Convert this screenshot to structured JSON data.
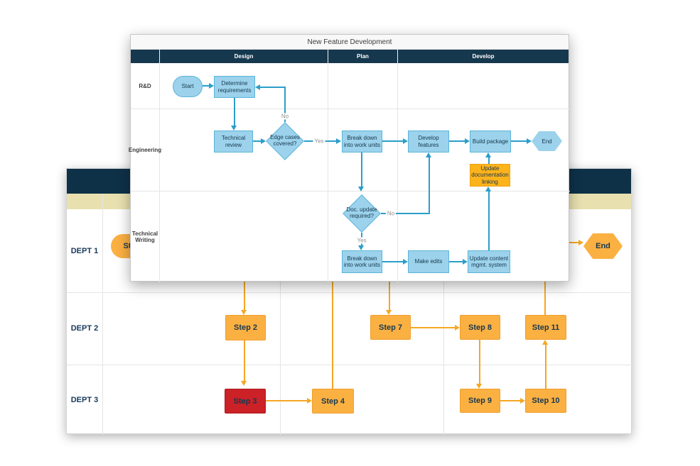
{
  "background_chart": {
    "lanes": [
      "DEPT 1",
      "DEPT 2",
      "DEPT 3"
    ],
    "nodes": {
      "start": "Start",
      "step2": "Step 2",
      "step3": "Step 3",
      "step4": "Step 4",
      "step7": "Step 7",
      "step8": "Step 8",
      "step9": "Step 9",
      "step10": "Step 10",
      "step11": "Step 11",
      "end": "End"
    },
    "colors": {
      "header": "#0e3148",
      "subheader": "#e8e0af",
      "step_fill": "#fbb042",
      "step_border": "#ef9f2e",
      "alert_step_fill": "#cb2127",
      "connector": "#f6a723",
      "text": "#17384f"
    }
  },
  "foreground_chart": {
    "title": "New Feature Development",
    "columns": [
      "Design",
      "Plan",
      "Develop"
    ],
    "lanes": [
      "R&D",
      "Engineering",
      "Technical Writing"
    ],
    "nodes": {
      "start": "Start",
      "determine": "Determine requirements",
      "technical_review": "Technical review",
      "edge_cases": "Edge cases covered?",
      "breakdown_eng": "Break down into work units",
      "develop": "Develop features",
      "build": "Build package",
      "end": "End",
      "update_doc": "Update documentation linking",
      "doc_update": "Doc. update required?",
      "breakdown_tw": "Break down into work units",
      "make_edits": "Make edits",
      "update_cms": "Update content mgmt. system"
    },
    "decision_labels": {
      "yes": "Yes",
      "no": "No"
    },
    "colors": {
      "header": "#16384e",
      "shape_fill": "#9cd2eb",
      "shape_border": "#5ab4da",
      "connector": "#2b9ec9",
      "highlight_fill": "#fcb31c",
      "text": "#17384f",
      "decision_label": "#8e8e8e"
    }
  }
}
